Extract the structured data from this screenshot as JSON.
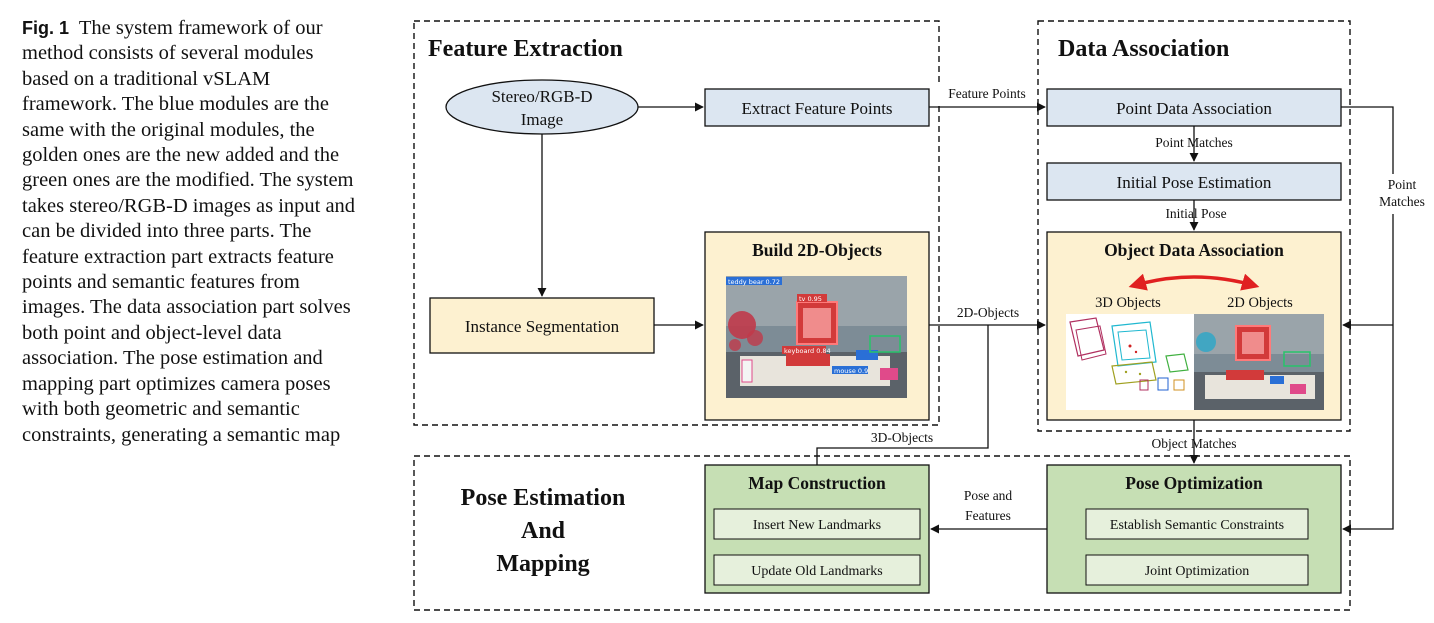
{
  "caption": {
    "fig_label": "Fig. 1",
    "text": "The system framework of our method consists of several modules based on a traditional vSLAM framework. The blue modules are the same with the original modules, the golden ones are the new added and the green ones are the modified. The system takes stereo/RGB-D images as input and can be divided into three parts. The feature extraction part extracts feature points and semantic features from images. The data association part solves both point and object-level data association. The pose estimation and mapping part optimizes camera poses with both geometric and semantic constraints, generating a semantic map"
  },
  "sections": {
    "feature_extraction": "Feature Extraction",
    "data_association": "Data Association",
    "pose_mapping_line1": "Pose Estimation",
    "pose_mapping_line2": "And",
    "pose_mapping_line3": "Mapping"
  },
  "nodes": {
    "input_line1": "Stereo/RGB-D",
    "input_line2": "Image",
    "extract_features": "Extract Feature Points",
    "instance_segmentation": "Instance Segmentation",
    "build_2d_objects": "Build 2D-Objects",
    "point_data_association": "Point Data Association",
    "initial_pose_estimation": "Initial Pose Estimation",
    "object_data_association": "Object Data Association",
    "objects_3d": "3D Objects",
    "objects_2d": "2D Objects",
    "map_construction": "Map Construction",
    "insert_landmarks": "Insert New Landmarks",
    "update_landmarks": "Update Old Landmarks",
    "pose_optimization": "Pose Optimization",
    "semantic_constraints": "Establish Semantic Constraints",
    "joint_optimization": "Joint Optimization"
  },
  "edges": {
    "feature_points": "Feature Points",
    "point_matches": "Point Matches",
    "initial_pose": "Initial Pose",
    "objects_2d_edge": "2D-Objects",
    "objects_3d_edge": "3D-Objects",
    "object_matches": "Object Matches",
    "point_matches_side_line1": "Point",
    "point_matches_side_line2": "Matches",
    "pose_features_line1": "Pose and",
    "pose_features_line2": "Features"
  },
  "detections": {
    "teddy": "teddy bear 0.72",
    "tv": "tv 0.95",
    "keyboard": "keyboard 0.84",
    "mouse": "mouse 0.9"
  },
  "colors": {
    "blue_module": "#dce6f1",
    "golden_module": "#fdf1d0",
    "green_module": "#c6dfb4",
    "green_inner": "#e6f0dc",
    "highlight_arrow": "#e02020"
  }
}
